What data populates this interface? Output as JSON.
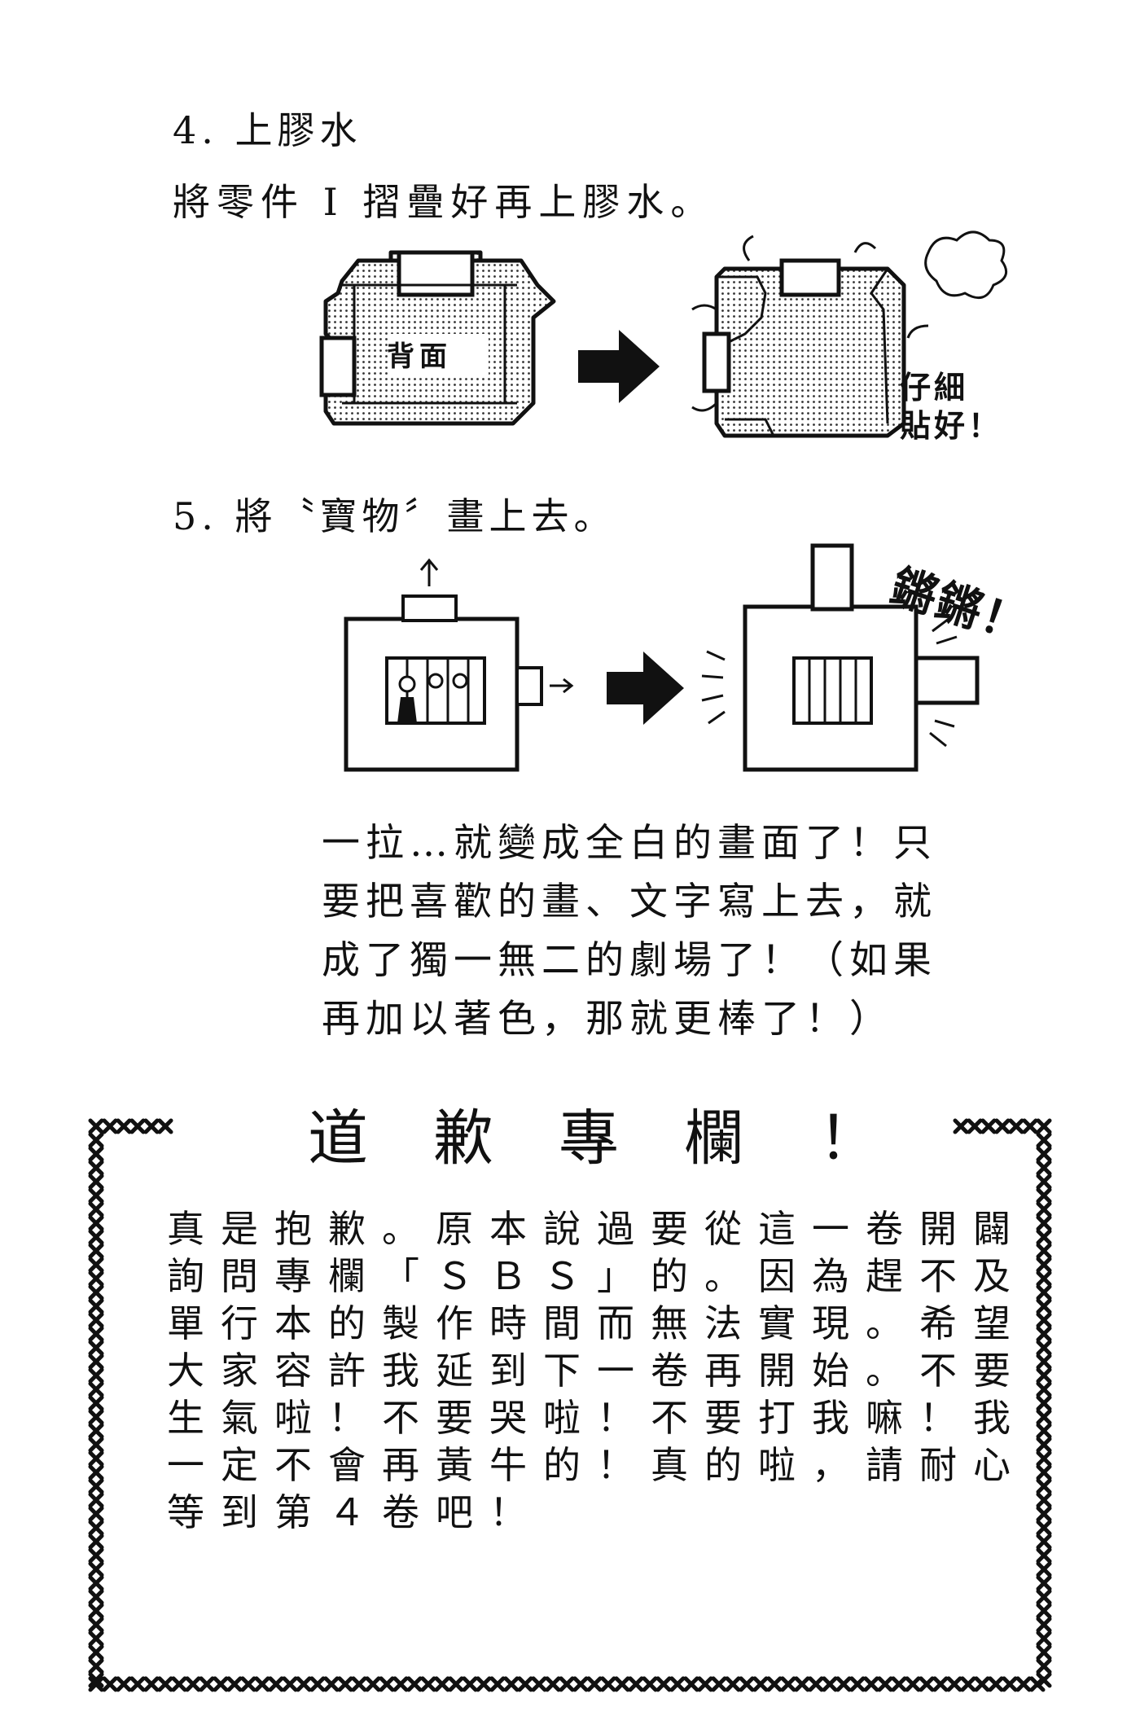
{
  "step4": {
    "title": "4. 上膠水",
    "instruction": "將零件 I 摺疊好再上膠水。",
    "back_label": "背面",
    "note_lines": [
      "仔細",
      "貼好！"
    ]
  },
  "step5": {
    "title": "5. 將〝寶物〞畫上去。",
    "sfx": "鏘鏘！"
  },
  "caption_lines": [
    "一拉…就變成全白的畫面了！只",
    "要把喜歡的畫、文字寫上去，就",
    "成了獨一無二的劇場了！（如果",
    "再加以著色，那就更棒了！）"
  ],
  "apology": {
    "title_chars": [
      "道",
      "歉",
      "專",
      "欄",
      "！"
    ],
    "body_lines": [
      "真是抱歉。原本說過要從這一卷開闢",
      "詢問專欄「ＳＢＳ」的。因為趕不及",
      "單行本的製作時間而無法實現。希望",
      "大家容許我延到下一卷再開始。不要",
      "生氣啦！不要哭啦！不要打我嘛！我",
      "一定不會再黃牛的！真的啦，請耐心",
      "等到第４卷吧！"
    ]
  },
  "icons": {
    "arrow": "right-arrow-icon",
    "border": "cross-stitch-border"
  }
}
